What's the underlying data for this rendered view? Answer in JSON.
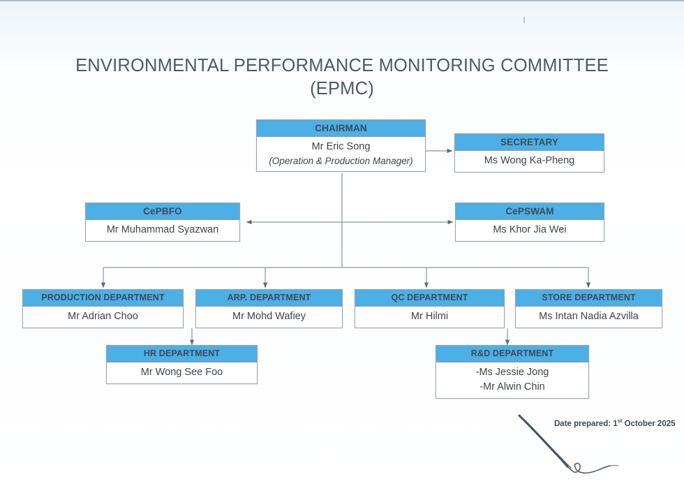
{
  "document": {
    "title_line1": "ENVIRONMENTAL PERFORMANCE MONITORING COMMITTEE",
    "title_line2": "(EPMC)",
    "type": "organization-chart"
  },
  "chart_data": {
    "type": "diagram",
    "title": "ENVIRONMENTAL PERFORMANCE MONITORING COMMITTEE (EPMC)",
    "nodes": [
      {
        "id": "chairman",
        "header": "CHAIRMAN",
        "name": "Mr Eric Song",
        "subtitle": "(Operation & Production Manager)",
        "level": 1
      },
      {
        "id": "secretary",
        "header": "SECRETARY",
        "name": "Ms Wong Ka-Pheng",
        "level": 1
      },
      {
        "id": "cepbfo",
        "header": "CePBFO",
        "name": "Mr Muhammad Syazwan",
        "level": 2
      },
      {
        "id": "cepswam",
        "header": "CePSWAM",
        "name": "Ms Khor Jia Wei",
        "level": 2
      },
      {
        "id": "production",
        "header": "PRODUCTION DEPARTMENT",
        "name": "Mr Adrian Choo",
        "level": 3
      },
      {
        "id": "arp",
        "header": "ARP. DEPARTMENT",
        "name": "Mr Mohd Wafiey",
        "level": 3
      },
      {
        "id": "qc",
        "header": "QC DEPARTMENT",
        "name": "Mr Hilmi",
        "level": 3
      },
      {
        "id": "store",
        "header": "STORE DEPARTMENT",
        "name": "Ms Intan Nadia Azvilla",
        "level": 3
      },
      {
        "id": "hr",
        "header": "HR DEPARTMENT",
        "name": "Mr Wong See Foo",
        "level": 4
      },
      {
        "id": "rnd",
        "header": "R&D DEPARTMENT",
        "name_line1": "-Ms Jessie Jong",
        "name_line2": "-Mr Alwin Chin",
        "level": 4
      }
    ],
    "edges": [
      {
        "from": "chairman",
        "to": "secretary",
        "style": "arrow-right"
      },
      {
        "from": "chairman",
        "to": "cepbfo",
        "style": "arrow-left"
      },
      {
        "from": "chairman",
        "to": "cepswam",
        "style": "arrow-right"
      },
      {
        "from": "chairman",
        "to": "production",
        "style": "arrow-down"
      },
      {
        "from": "chairman",
        "to": "arp",
        "style": "arrow-down"
      },
      {
        "from": "chairman",
        "to": "qc",
        "style": "arrow-down"
      },
      {
        "from": "chairman",
        "to": "store",
        "style": "arrow-down"
      },
      {
        "from": "production",
        "to": "hr",
        "style": "arrow-down"
      },
      {
        "from": "store",
        "to": "rnd",
        "style": "arrow-down"
      }
    ],
    "colors": {
      "header_fill": "#4cafe6",
      "box_border": "#9aa3a8",
      "box_fill": "#ffffff",
      "text": "#3c454b",
      "connector": "#8b969d"
    }
  },
  "footer": {
    "date_label": "Date prepared: 1",
    "date_ordinal": "st",
    "date_rest": " October 2025",
    "signature": "handwritten-signature"
  }
}
